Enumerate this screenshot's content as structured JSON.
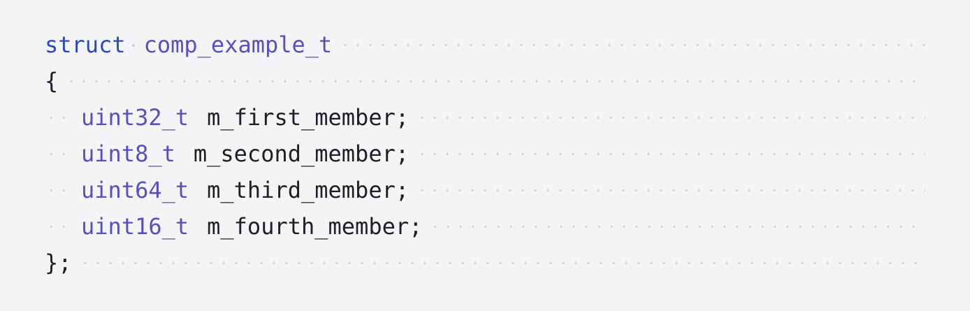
{
  "code": {
    "line1": {
      "keyword": "struct",
      "name": "comp_example_t"
    },
    "line2": {
      "punct": "{"
    },
    "members": [
      {
        "type": "uint32_t",
        "name": "m_first_member;"
      },
      {
        "type": "uint8_t",
        "name": "m_second_member;"
      },
      {
        "type": "uint64_t",
        "name": "m_third_member;"
      },
      {
        "type": "uint16_t",
        "name": "m_fourth_member;"
      }
    ],
    "line7": {
      "punct": "};"
    }
  },
  "colors": {
    "background": "#f3f4f6",
    "keyword": "#2d49b8",
    "type": "#5c4fb8",
    "text": "#1f2023",
    "whitespace_dots": "#c9cbd1"
  }
}
